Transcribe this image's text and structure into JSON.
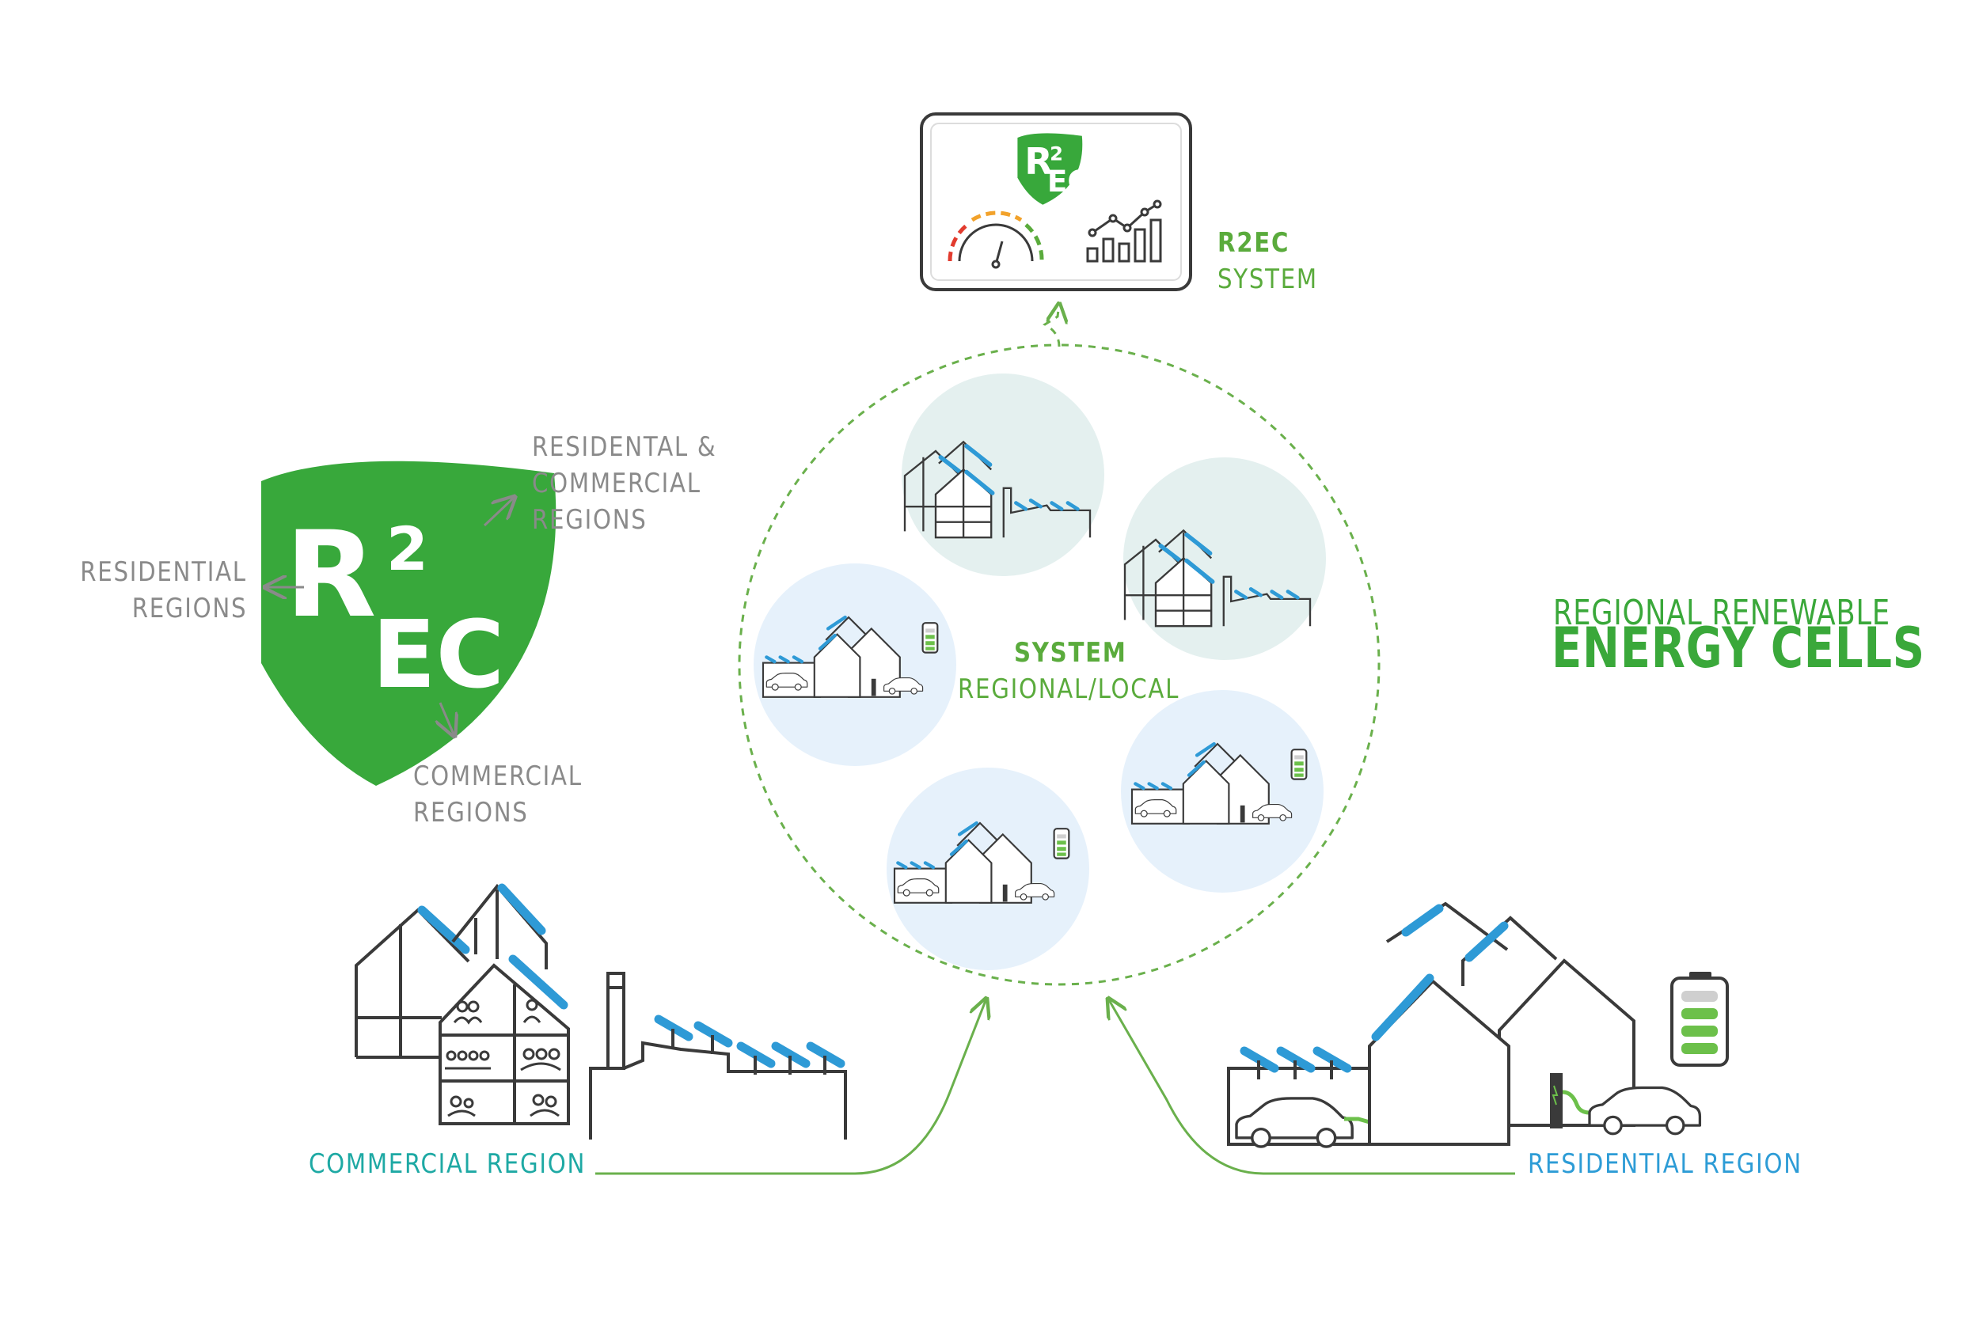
{
  "colors": {
    "logo_green": "#38a83b",
    "label_green": "#5aab3c",
    "gray_text": "#8a8a8a",
    "teal": "#1ea9a4",
    "blue": "#2d9cd6",
    "solar_blue": "#2e9ad6",
    "line_dark": "#3a3a3a",
    "cell_bg_green": "#e4f0ef",
    "cell_bg_blue": "#e6f1fb"
  },
  "logo": {
    "r": "R",
    "sup": "2",
    "ec": "EC"
  },
  "monitor": {
    "label_line1": "R2EC",
    "label_line2": "SYSTEM",
    "icons": [
      "gauge-icon",
      "trend-chart-icon"
    ]
  },
  "left_branch": {
    "residential": [
      "RESIDENTIAL",
      "REGIONS"
    ],
    "residential_commercial": [
      "RESIDENTAL &",
      "COMMERCIAL",
      "REGIONS"
    ],
    "commercial": [
      "COMMERCIAL",
      "REGIONS"
    ]
  },
  "center": {
    "line1": "SYSTEM",
    "line2": "REGIONAL/LOCAL",
    "cells": [
      {
        "kind": "commercial"
      },
      {
        "kind": "commercial"
      },
      {
        "kind": "residential"
      },
      {
        "kind": "residential"
      },
      {
        "kind": "residential"
      }
    ]
  },
  "title": {
    "line1": "REGIONAL RENEWABLE",
    "line2": "ENERGY CELLS"
  },
  "bottom": {
    "commercial_label": "COMMERCIAL REGION",
    "residential_label": "RESIDENTIAL REGION"
  },
  "battery": {
    "charge_fraction": 0.75
  }
}
